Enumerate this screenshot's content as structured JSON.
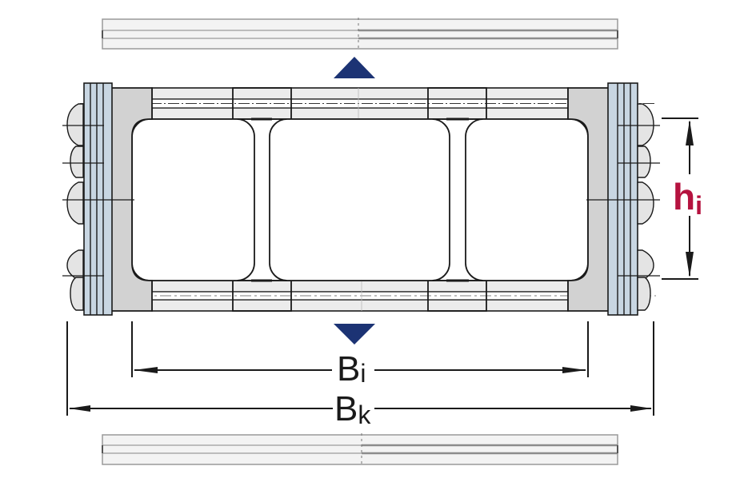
{
  "diagram": {
    "type": "technical-drawing",
    "subject": "cable carrier cross-section with frame stays and guide rails",
    "colors": {
      "arrow_marker": "#1c3374",
      "height_label": "#b5123f",
      "dimension_label": "#1a1a1a",
      "side_plate": "#d2d2d2",
      "cover_plate": "#c8d6e2",
      "rail_fill": "#f3f3f3",
      "outline": "#1a1a1a"
    },
    "labels": {
      "inner_width": {
        "main": "B",
        "sub": "i",
        "meaning": "inner width"
      },
      "outer_width": {
        "main": "B",
        "sub": "k",
        "meaning": "outer width"
      },
      "inner_height": {
        "main": "h",
        "sub": "i",
        "meaning": "inner height"
      }
    },
    "markers": {
      "top_arrow": "up-triangle",
      "bottom_arrow": "down-triangle"
    },
    "compartments": 3,
    "dividers": 2
  }
}
